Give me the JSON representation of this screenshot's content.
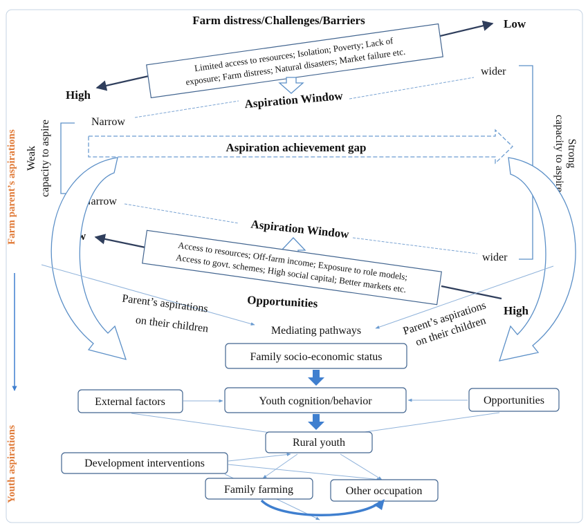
{
  "side_labels": {
    "parents": "Farm parent’s aspirations",
    "youth": "Youth aspirations"
  },
  "top_section": {
    "title": "Farm distress/Challenges/Barriers",
    "box_line1": "Limited access to resources; Isolation; Poverty; Lack of",
    "box_line2": "exposure; Farm distress; Natural disasters; Market failure etc.",
    "low_label": "Low",
    "high_label": "High",
    "window_label": "Aspiration Window",
    "narrow_label": "Narrow",
    "wider_label": "wider"
  },
  "middle": {
    "weak_line1": "Weak",
    "weak_line2": "capacity to aspire",
    "strong_line1": "Strong",
    "strong_line2": "capacity to aspire",
    "gap_label": "Aspiration achievement gap"
  },
  "bottom_section": {
    "narrow_label": "Narrow",
    "window_label": "Aspiration Window",
    "wider_label": "wider",
    "low_label": "Low",
    "high_label": "High",
    "box_line1": "Access to resources; Off-farm income; Exposure to role models;",
    "box_line2": "Access to govt. schemes; High social capital; Better markets etc.",
    "title": "Opportunities"
  },
  "pathways": {
    "left_line1": "Parent’s aspirations",
    "left_line2": "on their children",
    "right_line1": "Parent’s aspirations",
    "right_line2": "on their children",
    "mediating": "Mediating pathways"
  },
  "boxes": {
    "family_ses": "Family socio-economic status",
    "external": "External factors",
    "youth_cognition": "Youth cognition/behavior",
    "opportunities": "Opportunities",
    "rural_youth": "Rural youth",
    "dev_interventions": "Development interventions",
    "family_farming": "Family farming",
    "other_occupation": "Other occupation"
  },
  "colors": {
    "line": "#5b8fc7",
    "arrow_dark": "#2f3e5c",
    "box_border": "#41648f",
    "side_text": "#e07b39",
    "flow_arrow": "#3f7fcf"
  }
}
